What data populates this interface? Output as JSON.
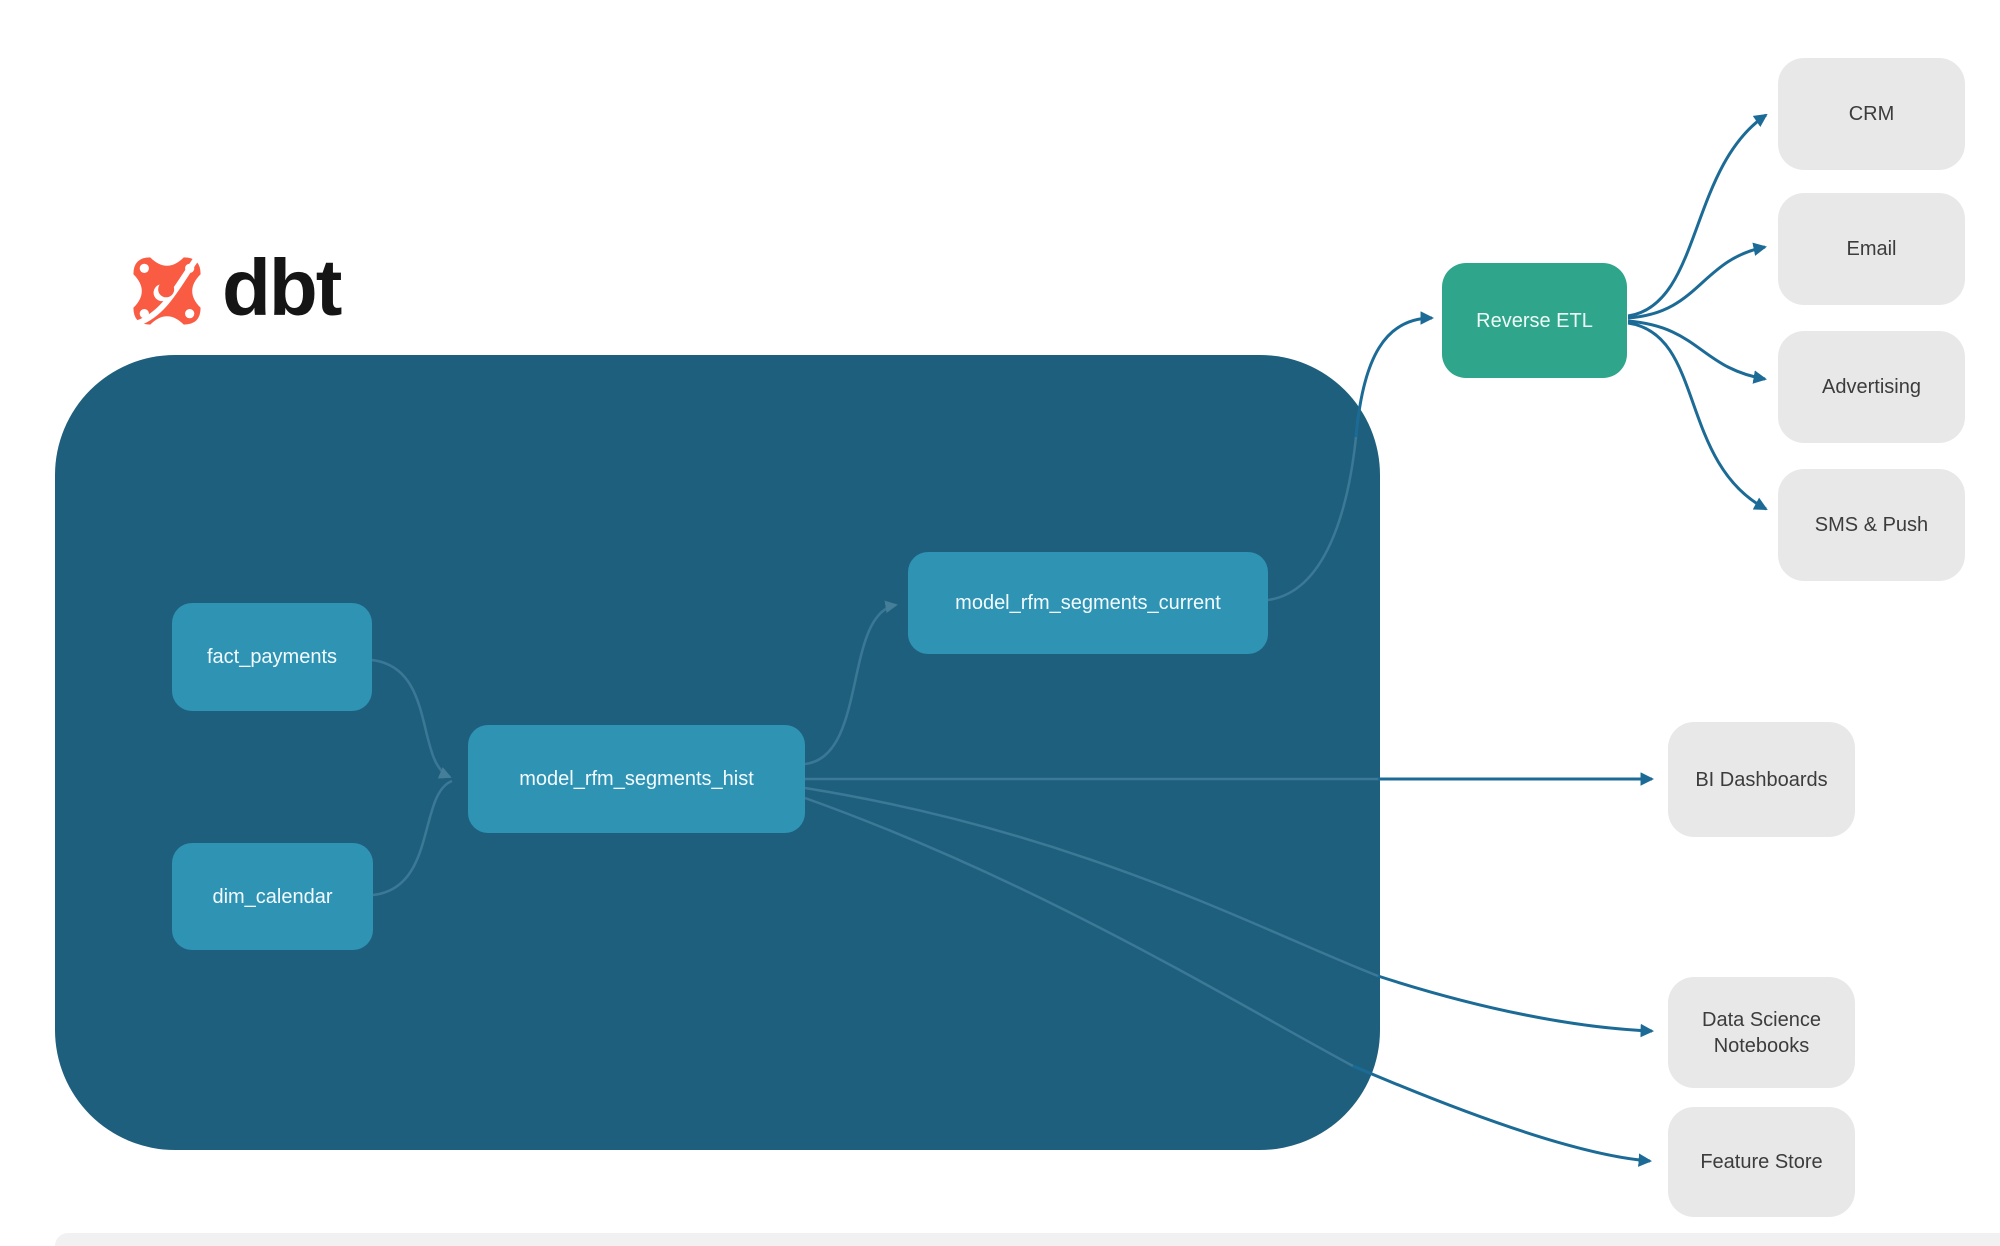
{
  "brand": {
    "name": "dbt"
  },
  "palette": {
    "logo_orange": "#fa5c43",
    "container_bg": "#1f5f7e",
    "model_node_bg": "#2f93b4",
    "reverse_etl_bg": "#2fa58c",
    "external_node_bg": "#e8e8e8",
    "edge_strong": "#1c6b96",
    "edge_subtle": "#4f8aa6",
    "node_text_light": "#ffffff",
    "node_text_dark": "#3c3c3c"
  },
  "nodes": {
    "fact_payments": {
      "label": "fact_payments"
    },
    "dim_calendar": {
      "label": "dim_calendar"
    },
    "model_rfm_segments_hist": {
      "label": "model_rfm_segments_hist"
    },
    "model_rfm_segments_current": {
      "label": "model_rfm_segments_current"
    },
    "reverse_etl": {
      "label": "Reverse ETL"
    },
    "crm": {
      "label": "CRM"
    },
    "email": {
      "label": "Email"
    },
    "advertising": {
      "label": "Advertising"
    },
    "sms_push": {
      "label": "SMS & Push"
    },
    "bi_dashboards": {
      "label": "BI Dashboards"
    },
    "data_science_notebooks": {
      "label": "Data Science Notebooks"
    },
    "feature_store": {
      "label": "Feature Store"
    }
  },
  "edges": [
    {
      "from": "fact_payments",
      "to": "model_rfm_segments_hist"
    },
    {
      "from": "dim_calendar",
      "to": "model_rfm_segments_hist"
    },
    {
      "from": "model_rfm_segments_hist",
      "to": "model_rfm_segments_current"
    },
    {
      "from": "model_rfm_segments_hist",
      "to": "bi_dashboards"
    },
    {
      "from": "model_rfm_segments_hist",
      "to": "data_science_notebooks"
    },
    {
      "from": "model_rfm_segments_hist",
      "to": "feature_store"
    },
    {
      "from": "model_rfm_segments_current",
      "to": "reverse_etl"
    },
    {
      "from": "reverse_etl",
      "to": "crm"
    },
    {
      "from": "reverse_etl",
      "to": "email"
    },
    {
      "from": "reverse_etl",
      "to": "advertising"
    },
    {
      "from": "reverse_etl",
      "to": "sms_push"
    }
  ]
}
